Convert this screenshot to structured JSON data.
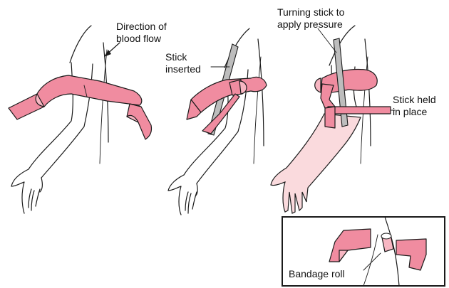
{
  "labels": {
    "blood_flow": "Direction of\nblood flow",
    "stick_inserted": "Stick\ninserted",
    "turning_stick": "Turning stick to\napply pressure",
    "stick_held": "Stick held\nin place",
    "bandage_roll": "Bandage roll"
  },
  "colors": {
    "band": "#f08ca0",
    "band_light": "#f7b6c2",
    "skin_tinted": "#fadadd",
    "stick": "#bdbdbd",
    "outline": "#1a1a1a"
  },
  "icons": [
    "arm-illustration",
    "tourniquet-band",
    "stick",
    "bandage-roll",
    "direction-arrow"
  ]
}
